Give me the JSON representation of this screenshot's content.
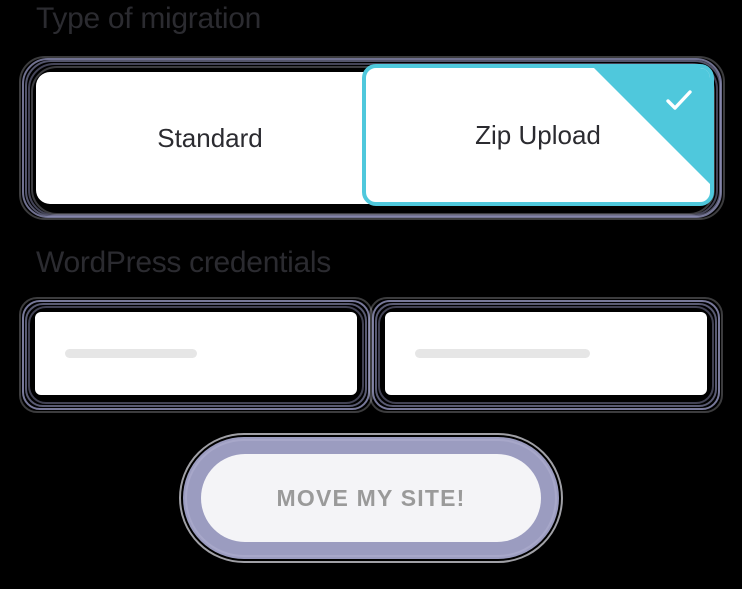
{
  "page": {
    "background_color": "#000000",
    "accent_color": "#4fc8dc",
    "ring_color": "#9b9cc0",
    "heading_color": "#2b2b30"
  },
  "migration": {
    "heading": "Type of migration",
    "options": [
      {
        "label": "Standard",
        "selected": false
      },
      {
        "label": "Zip Upload",
        "selected": true
      }
    ],
    "selected_badge_icon": "check-icon"
  },
  "credentials": {
    "heading": "WordPress credentials",
    "fields": [
      {
        "name": "username",
        "value": "",
        "placeholder": ""
      },
      {
        "name": "password",
        "value": "",
        "placeholder": ""
      }
    ]
  },
  "submit": {
    "label": "MOVE MY SITE!"
  }
}
